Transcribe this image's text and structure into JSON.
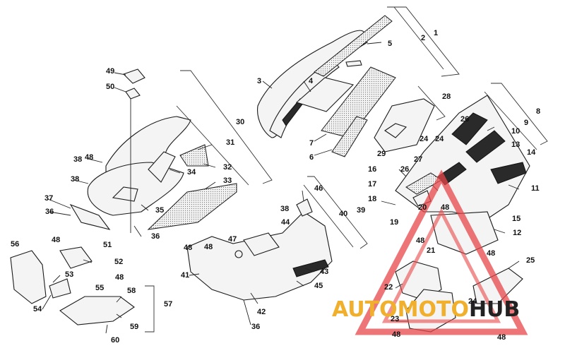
{
  "watermark": {
    "parts": [
      "AUTO",
      "MOTO",
      "HUB"
    ],
    "colors": [
      "#f0b02e",
      "#f0b02e",
      "#222222"
    ]
  },
  "callouts": [
    "1",
    "2",
    "3",
    "4",
    "5",
    "6",
    "7",
    "8",
    "9",
    "10",
    "11",
    "12",
    "13",
    "14",
    "15",
    "16",
    "17",
    "18",
    "19",
    "20",
    "21",
    "22",
    "23",
    "24",
    "25",
    "26",
    "27",
    "28",
    "29",
    "30",
    "31",
    "32",
    "33",
    "34",
    "35",
    "36",
    "37",
    "38",
    "39",
    "40",
    "41",
    "42",
    "43",
    "44",
    "45",
    "46",
    "47",
    "48",
    "49",
    "50",
    "51",
    "52",
    "53",
    "54",
    "55",
    "56",
    "57",
    "58",
    "59",
    "60"
  ],
  "colors": {
    "line": "#1a1a1a",
    "accent_red": "#e8474a",
    "accent_yellow": "#f0b02e"
  }
}
